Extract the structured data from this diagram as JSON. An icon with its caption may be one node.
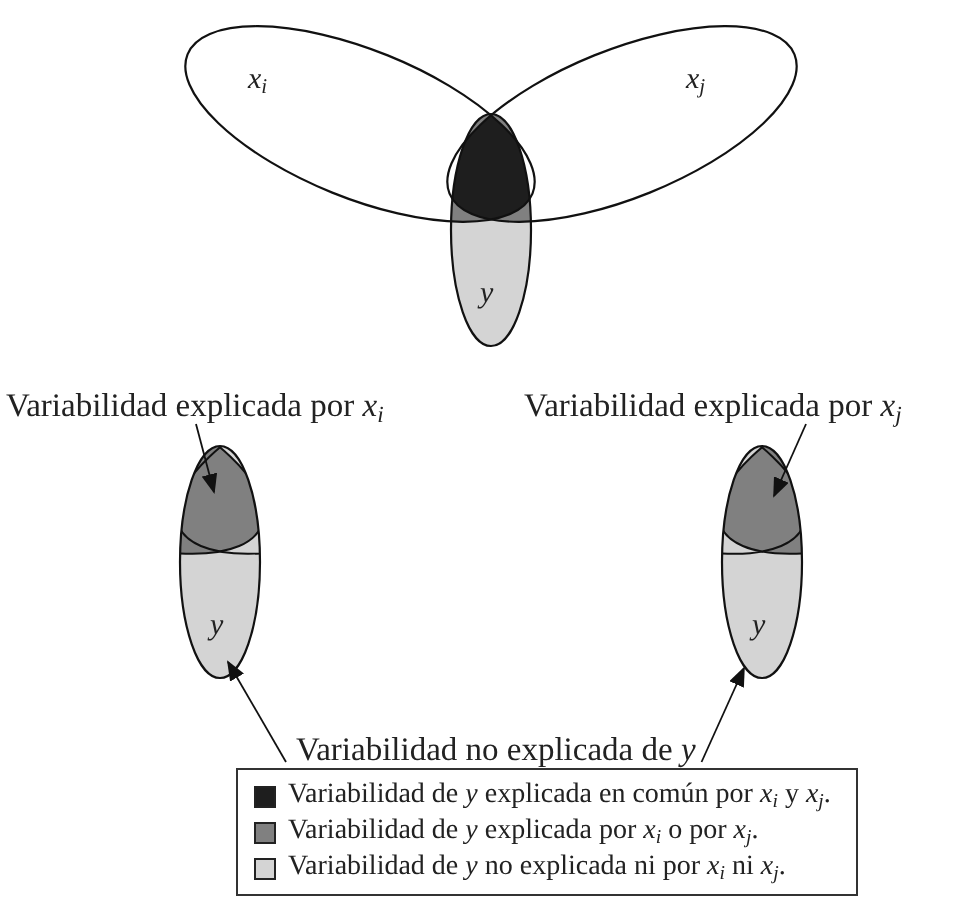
{
  "diagram": {
    "nodes": [
      {
        "text": [
          "x$_{i}$"
        ]
      },
      {
        "text": [
          "x$_{j}$"
        ]
      },
      {
        "text": [
          "y"
        ]
      },
      {
        "text": [
          "y"
        ]
      },
      {
        "text": [
          "y"
        ]
      },
      {
        "text": [
          "Variabilidad explicada por *x*$_{i}$"
        ]
      },
      {
        "text": [
          "Variabilidad explicada por *x*$_{j}$"
        ]
      },
      {
        "text": [
          "Variabilidad no explicada de *y*"
        ]
      }
    ],
    "edges": [
      {
        "from": 5,
        "to": 3,
        "arrow": "to"
      },
      {
        "from": 6,
        "to": 4,
        "arrow": "to"
      },
      {
        "from": 7,
        "to": 3,
        "arrow": "to"
      },
      {
        "from": 7,
        "to": 4,
        "arrow": "to"
      }
    ],
    "legend": [
      {
        "text": "Variabilidad de *y* explicada en común por *x*$_{i}$ y *x*$_{j}$.",
        "color": "#1e1e1e"
      },
      {
        "text": "Variabilidad de *y* explicada por *x*$_{i}$ o por *x*$_{j}$.",
        "color": "#808080"
      },
      {
        "text": "Variabilidad de *y* no explicada ni por *x*$_{i}$ ni *x*$_{j}$.",
        "color": "#d4d4d4"
      }
    ]
  }
}
